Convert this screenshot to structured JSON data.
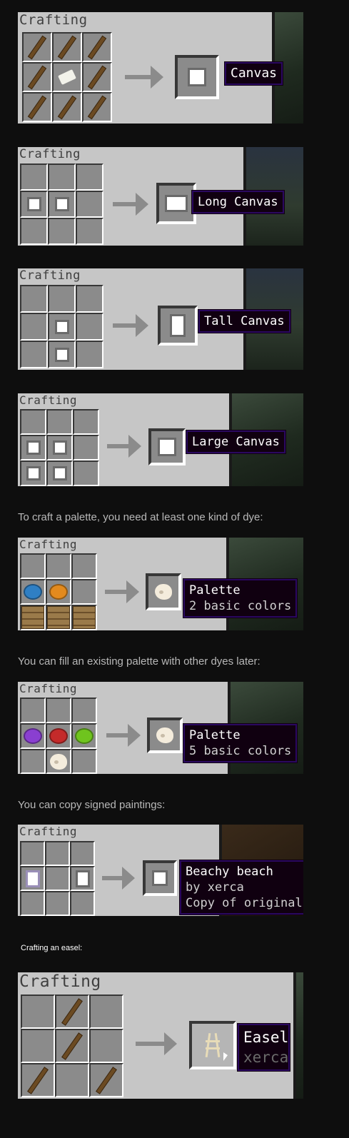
{
  "recipes": [
    {
      "title": "Crafting",
      "tooltip": [
        "Canvas"
      ]
    },
    {
      "title": "Crafting",
      "tooltip": [
        "Long Canvas"
      ]
    },
    {
      "title": "Crafting",
      "tooltip": [
        "Tall Canvas"
      ]
    },
    {
      "title": "Crafting",
      "tooltip": [
        "Large Canvas"
      ]
    },
    {
      "title": "Crafting",
      "tooltip": [
        "Palette",
        "2 basic colors"
      ]
    },
    {
      "title": "Crafting",
      "tooltip": [
        "Palette",
        "5 basic colors"
      ]
    },
    {
      "title": "Crafting",
      "tooltip": [
        "Beachy beach",
        "by xerca",
        "Copy of original"
      ]
    },
    {
      "title": "Crafting",
      "tooltip": [
        "Easel",
        "xerca"
      ]
    }
  ],
  "captions": {
    "palette": "To craft a palette, you need at least one kind of dye:",
    "fill": "You can fill an existing palette with other dyes later:",
    "copy": "You can copy signed paintings:",
    "easel": "Crafting an easel:"
  },
  "colors": {
    "panel": "#c6c6c6",
    "slot": "#8b8b8b",
    "tooltip_bg": "#100010",
    "tooltip_border": "#2a0860",
    "dye_blue": "#2f7fc4",
    "dye_orange": "#e38a1e",
    "dye_purple": "#8a3fd1",
    "dye_red": "#c42a2a",
    "dye_lime": "#6fc41e"
  },
  "icons": [
    "stick-icon",
    "paper-icon",
    "canvas-icon",
    "dye-icon",
    "plank-icon",
    "palette-icon",
    "easel-icon",
    "cursor-icon"
  ]
}
